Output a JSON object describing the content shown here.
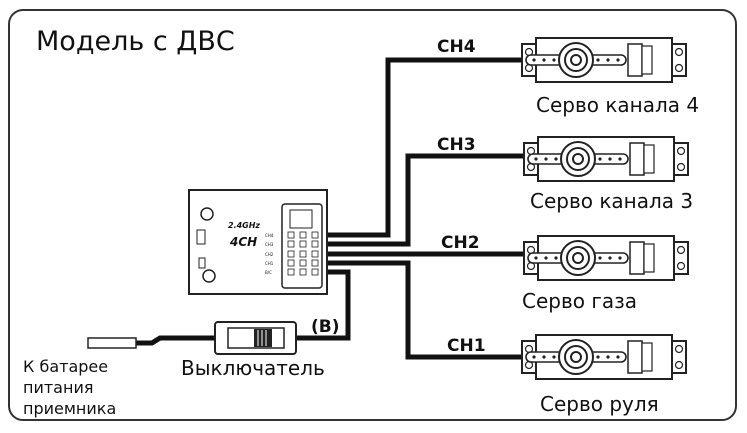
{
  "diagram": {
    "title": "Модель с ДВС",
    "channels": [
      {
        "id": "ch4",
        "label": "CH4",
        "servo_label": "Серво канала 4"
      },
      {
        "id": "ch3",
        "label": "CH3",
        "servo_label": "Серво канала 3"
      },
      {
        "id": "ch2",
        "label": "CH2",
        "servo_label": "Серво газа"
      },
      {
        "id": "ch1",
        "label": "CH1",
        "servo_label": "Серво руля"
      }
    ],
    "battery_port_label": "(B)",
    "switch_label": "Выключатель",
    "battery_label_lines": [
      "К батарее",
      "питания",
      "приемника"
    ],
    "receiver": {
      "band": "2.4GHz",
      "model": "4CH",
      "port_labels": [
        "CH4",
        "CH3",
        "CH2",
        "CH1",
        "B/C"
      ]
    }
  }
}
